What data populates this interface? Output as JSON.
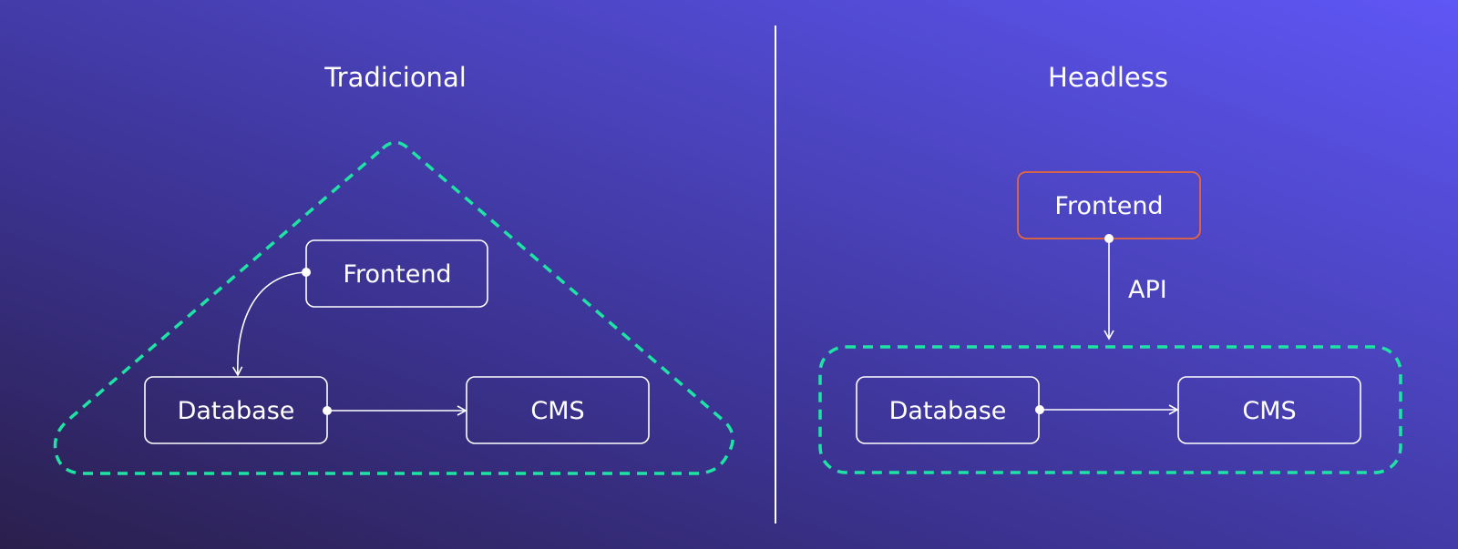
{
  "panels": [
    {
      "title": "Tradicional",
      "nodes": {
        "frontend": "Frontend",
        "database": "Database",
        "cms": "CMS"
      }
    },
    {
      "title": "Headless",
      "nodes": {
        "frontend": "Frontend",
        "database": "Database",
        "cms": "CMS"
      },
      "connector_label": "API"
    }
  ],
  "colors": {
    "background_start": "#2a1f4c",
    "background_end": "#5f56f6",
    "node_border": "#ffffff",
    "highlight_border": "#e8673a",
    "dashed_group": "#1fe3a4"
  }
}
